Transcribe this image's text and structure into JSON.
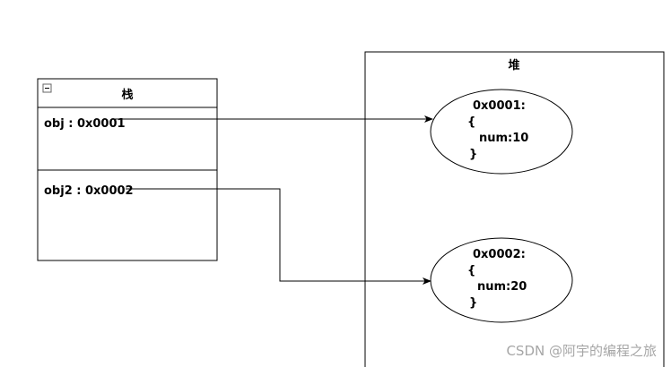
{
  "stack": {
    "title": "栈",
    "rows": [
      {
        "label": "obj : 0x0001"
      },
      {
        "label": "obj2 : 0x0002"
      }
    ]
  },
  "heap": {
    "title": "堆",
    "objects": [
      {
        "address": "0x0001:",
        "open": "{",
        "field": "num:10",
        "close": "}"
      },
      {
        "address": "0x0002:",
        "open": "{",
        "field": "num:20",
        "close": "}"
      }
    ]
  },
  "watermark": "CSDN @阿宇的编程之旅",
  "colors": {
    "line": "#000000",
    "text": "#000000",
    "watermark": "#a6a6a6"
  }
}
